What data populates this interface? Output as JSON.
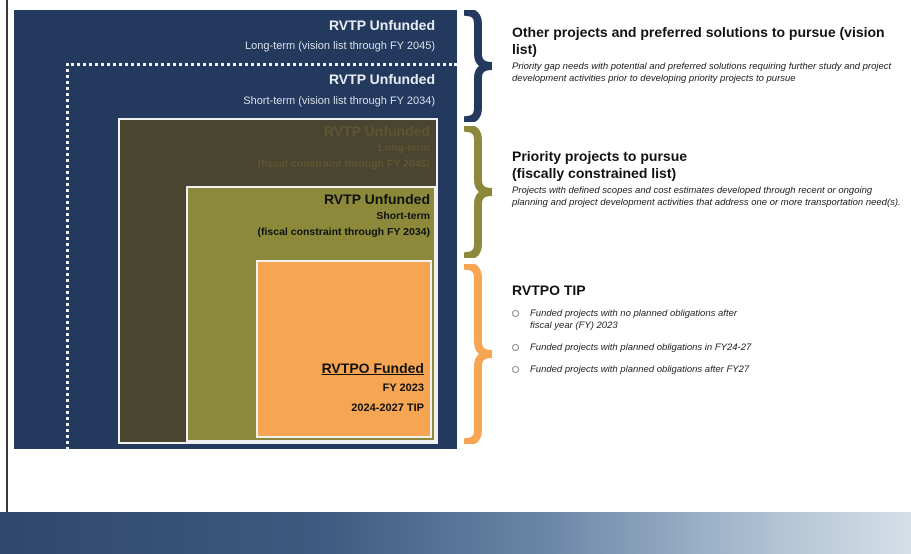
{
  "diagram": {
    "outer_title": "RVTP Unfunded",
    "outer_sub": "Long-term (vision list through FY 2045)",
    "short_title": "RVTP Unfunded",
    "short_sub": "Short-term (vision list through FY 2034)",
    "fc_long_title": "RVTP Unfunded",
    "fc_long_sub1": "Long-term",
    "fc_long_sub2": "(fiscal constraint through FY 2045)",
    "fc_short_title": "RVTP Unfunded",
    "fc_short_sub1": "Short-term",
    "fc_short_sub2": "(fiscal constraint through FY 2034)",
    "funded_title": "RVTPO Funded",
    "funded_line1": "FY 2023",
    "funded_line2": "2024-2027 TIP"
  },
  "legend": {
    "vision_title": "Other projects and preferred solutions to pursue (vision list)",
    "vision_desc": "Priority gap needs with potential and preferred solutions requiring further study and project development activities prior to developing priority projects to pursue",
    "priority_title": "Priority projects to pursue (fiscally constrained list)",
    "priority_desc": "Projects with defined scopes and cost estimates developed through recent or ongoing planning and project development activities that address one or more transportation need(s).",
    "tip_title": "RVTPO TIP",
    "tip_items": [
      "Funded projects with no planned obligations after fiscal year (FY) 2023",
      "Funded projects with planned obligations in FY24-27",
      "Funded projects with planned obligations after FY27"
    ]
  },
  "colors": {
    "navy": "#23395d",
    "olive_dark": "#4a4530",
    "olive": "#8c8a3a",
    "orange": "#f6a553",
    "brace_navy": "#23395d",
    "brace_olive": "#8c8a3a",
    "brace_orange": "#f6a553"
  }
}
